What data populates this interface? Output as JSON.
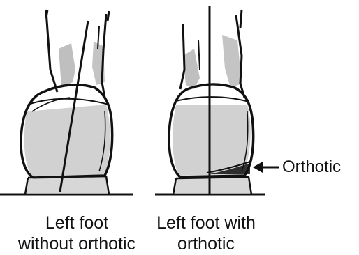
{
  "panels": [
    {
      "id": "left",
      "caption_line1": "Left foot",
      "caption_line2": "without orthotic"
    },
    {
      "id": "right",
      "caption_line1": "Left foot with",
      "caption_line2": "orthotic"
    }
  ],
  "callout": {
    "label": "Orthotic"
  },
  "colors": {
    "ink": "#111111",
    "shade": "#8a8a8a",
    "background": "#ffffff"
  }
}
